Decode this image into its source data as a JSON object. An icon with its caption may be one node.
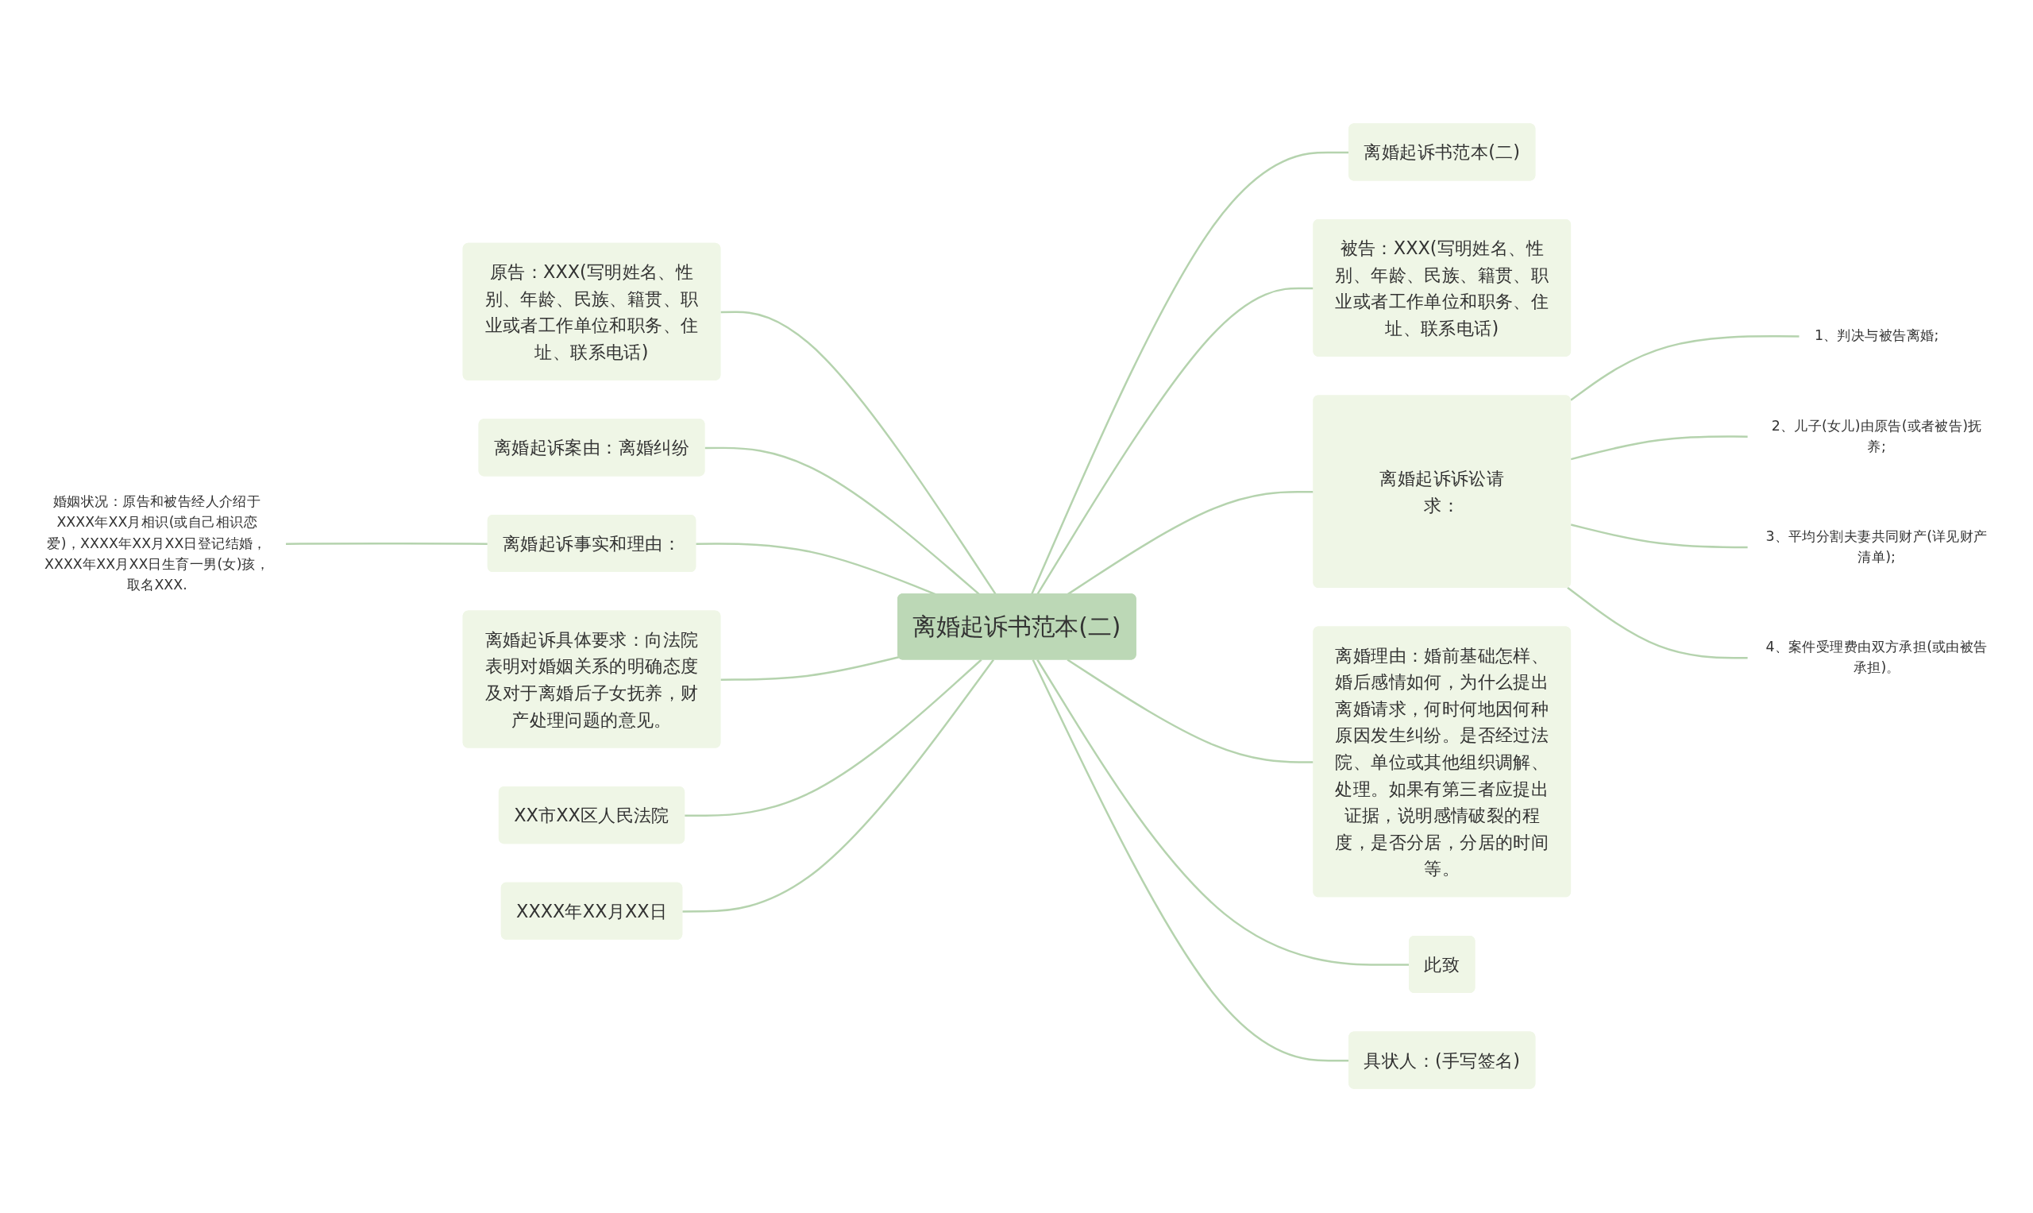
{
  "diagram": {
    "nodes": [
      {
        "text": [
          "离婚起诉书范本(二)"
        ]
      },
      {
        "text": [
          "离婚起诉书范本(二)"
        ]
      },
      {
        "text": [
          "被告：XXX(写明姓名、性别、年龄、民族、籍贯、职业或者工作单位和职务、住址、联系电话)"
        ]
      },
      {
        "text": [
          "离婚起诉诉讼请求："
        ]
      },
      {
        "text": [
          "1、判决与被告离婚;"
        ]
      },
      {
        "text": [
          "2、儿子(女儿)由原告(或者被告)抚养;"
        ]
      },
      {
        "text": [
          "3、平均分割夫妻共同财产(详见财产清单);"
        ]
      },
      {
        "text": [
          "4、案件受理费由双方承担(或由被告承担)。"
        ]
      },
      {
        "text": [
          "离婚理由：婚前基础怎样、婚后感情如何，为什么提出离婚请求，何时何地因何种原因发生纠纷。是否经过法院、单位或其他组织调解、处理。如果有第三者应提出证据，说明感情破裂的程度，是否分居，分居的时间等。"
        ]
      },
      {
        "text": [
          "此致"
        ]
      },
      {
        "text": [
          "具状人：(手写签名)"
        ]
      },
      {
        "text": [
          "原告：XXX(写明姓名、性别、年龄、民族、籍贯、职业或者工作单位和职务、住址、联系电话)"
        ]
      },
      {
        "text": [
          "离婚起诉案由：离婚纠纷"
        ]
      },
      {
        "text": [
          "离婚起诉事实和理由："
        ]
      },
      {
        "text": [
          "婚姻状况：原告和被告经人介绍于XXXX年XX月相识(或自己相识恋爱)，XXXX年XX月XX日登记结婚，XXXX年XX月XX日生育一男(女)孩，取名XXX."
        ]
      },
      {
        "text": [
          "离婚起诉具体要求：向法院表明对婚姻关系的明确态度及对于离婚后子女抚养，财产处理问题的意见。"
        ]
      },
      {
        "text": [
          "XX市XX区人民法院"
        ]
      },
      {
        "text": [
          "XXXX年XX月XX日"
        ]
      }
    ],
    "edges": [
      {
        "from": 0,
        "to": 1,
        "arrow": "none"
      },
      {
        "from": 0,
        "to": 2,
        "arrow": "none"
      },
      {
        "from": 0,
        "to": 3,
        "arrow": "none"
      },
      {
        "from": 3,
        "to": 4,
        "arrow": "none"
      },
      {
        "from": 3,
        "to": 5,
        "arrow": "none"
      },
      {
        "from": 3,
        "to": 6,
        "arrow": "none"
      },
      {
        "from": 3,
        "to": 7,
        "arrow": "none"
      },
      {
        "from": 0,
        "to": 8,
        "arrow": "none"
      },
      {
        "from": 0,
        "to": 9,
        "arrow": "none"
      },
      {
        "from": 0,
        "to": 10,
        "arrow": "none"
      },
      {
        "from": 11,
        "to": 0,
        "arrow": "none"
      },
      {
        "from": 12,
        "to": 0,
        "arrow": "none"
      },
      {
        "from": 14,
        "to": 13,
        "arrow": "none"
      },
      {
        "from": 13,
        "to": 0,
        "arrow": "none"
      },
      {
        "from": 15,
        "to": 0,
        "arrow": "none"
      },
      {
        "from": 16,
        "to": 0,
        "arrow": "none"
      },
      {
        "from": 17,
        "to": 0,
        "arrow": "none"
      }
    ]
  }
}
